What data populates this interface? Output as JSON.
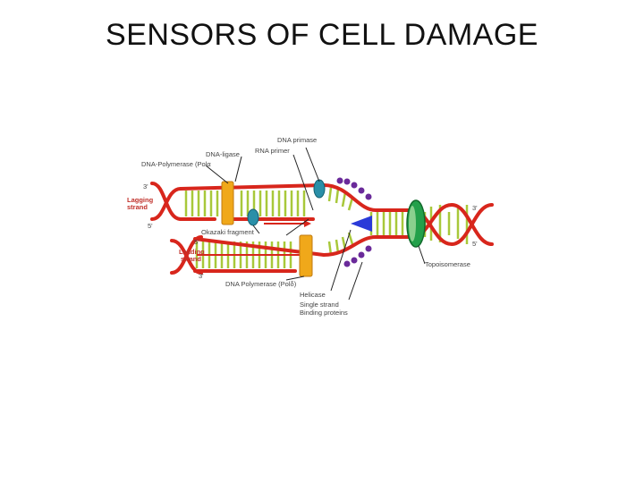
{
  "slide": {
    "title": "SENSORS OF CELL DAMAGE"
  },
  "figure": {
    "labels": {
      "dna_primase": "DNA primase",
      "rna_primer": "RNA primer",
      "dna_ligase": "DNA-ligase",
      "dna_polymerase_alpha": "DNA-Polymerase (Polα",
      "lagging_strand_1": "Lagging",
      "lagging_strand_2": "strand",
      "okazaki_fragment": "Okazaki fragment",
      "leading_strand_1": "Leading",
      "leading_strand_2": "strand",
      "dna_polymerase_delta": "DNA Polymerase (Polδ)",
      "helicase": "Helicase",
      "ssb_1": "Single strand",
      "ssb_2": "Binding proteins",
      "topoisomerase": "Topoisomerase",
      "prime_3_top_left": "3'",
      "prime_5_top_left": "5'",
      "prime_5_bottom_left": "5'",
      "prime_3_bottom_left": "3'",
      "prime_3_right": "3'",
      "prime_5_right": "5'"
    },
    "colors": {
      "backbone": "#d8261c",
      "rungs": "#a8c83a",
      "polymerase": "#f0a81a",
      "primase": "#2a8fa8",
      "ssb": "#6a2a9a",
      "helicase": "#2a3ad8",
      "topoisomerase": "#23a04a"
    }
  }
}
